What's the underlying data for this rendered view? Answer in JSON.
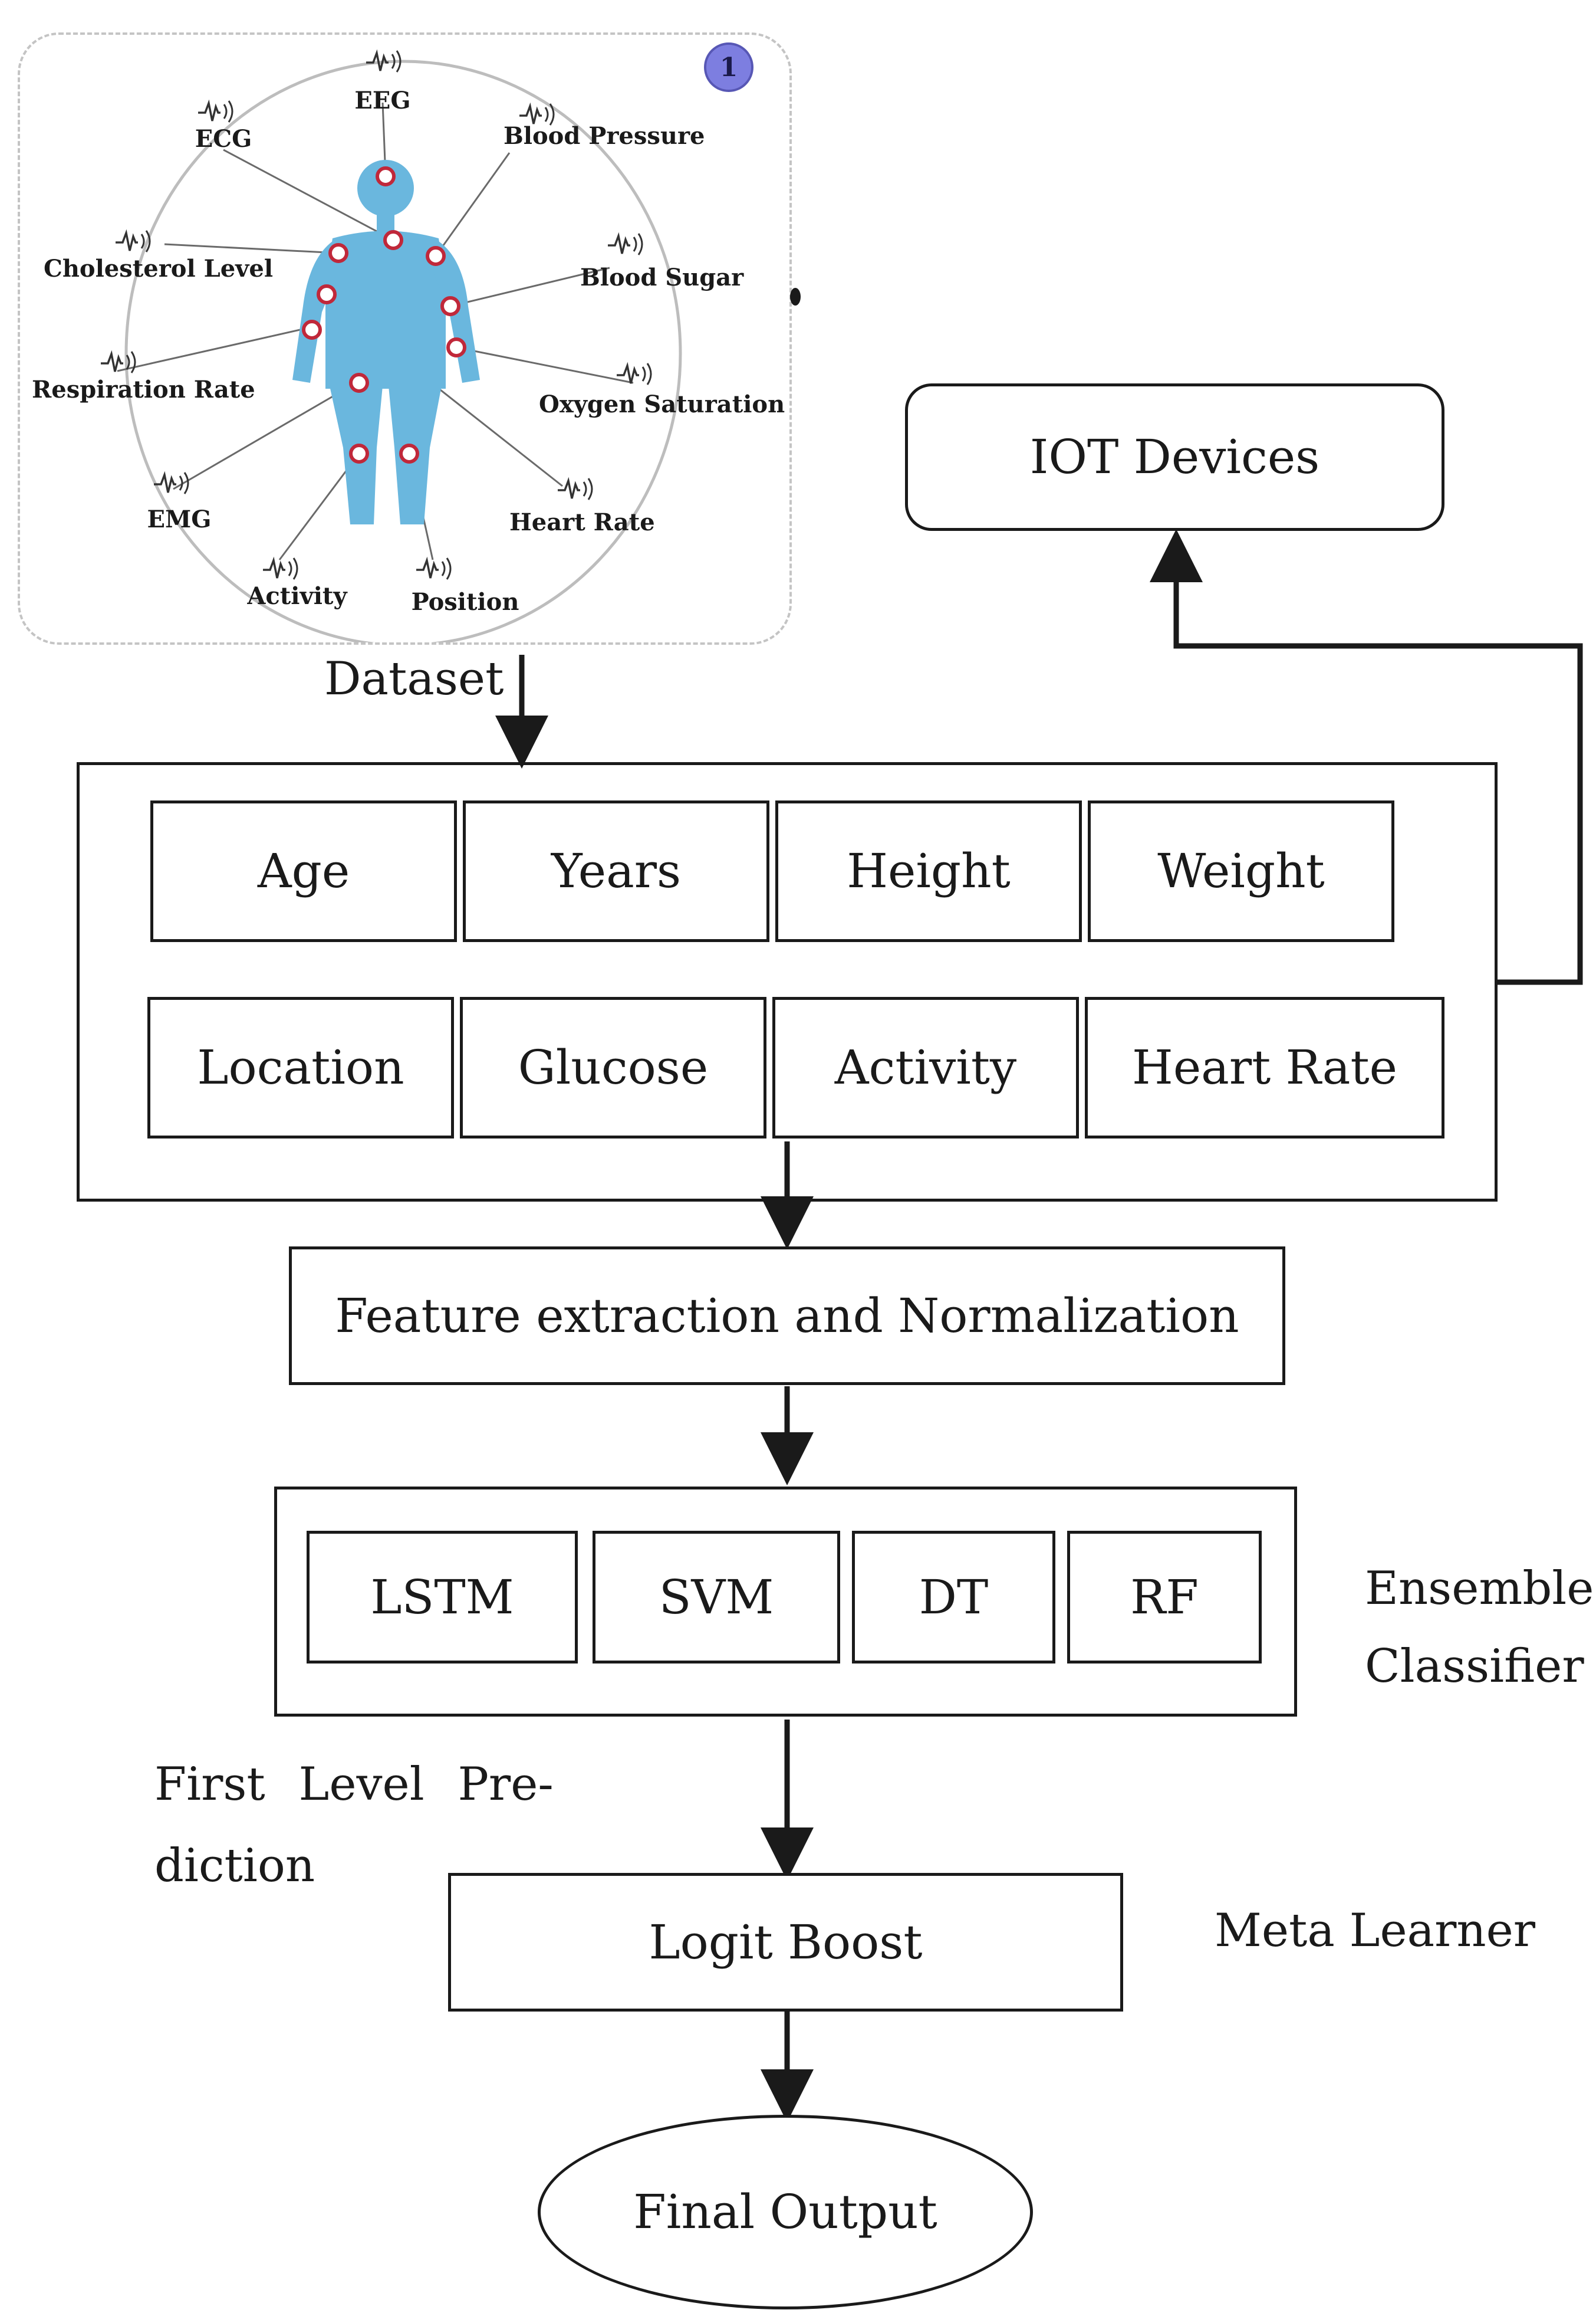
{
  "figure": {
    "sensor_panel": {
      "badge": "1",
      "sensors": [
        "EEG",
        "ECG",
        "Blood Pressure",
        "Cholesterol Level",
        "Blood Sugar",
        "Respiration Rate",
        "Oxygen Saturation",
        "EMG",
        "Heart Rate",
        "Activity",
        "Position"
      ]
    },
    "dataset_label": "Dataset",
    "iot_devices": "IOT Devices",
    "attributes": [
      "Age",
      "Years",
      "Height",
      "Weight",
      "Location",
      "Glucose",
      "Activity",
      "Heart Rate"
    ],
    "feature_extraction": "Feature extraction and Normalization",
    "classifiers": [
      "LSTM",
      "SVM",
      "DT",
      "RF"
    ],
    "ensemble_label": [
      "Ensemble",
      "Classifier"
    ],
    "first_level_label": [
      "First Level Pre-",
      "diction"
    ],
    "meta_box": "Logit Boost",
    "meta_label": "Meta Learner",
    "final_output": "Final Output"
  }
}
